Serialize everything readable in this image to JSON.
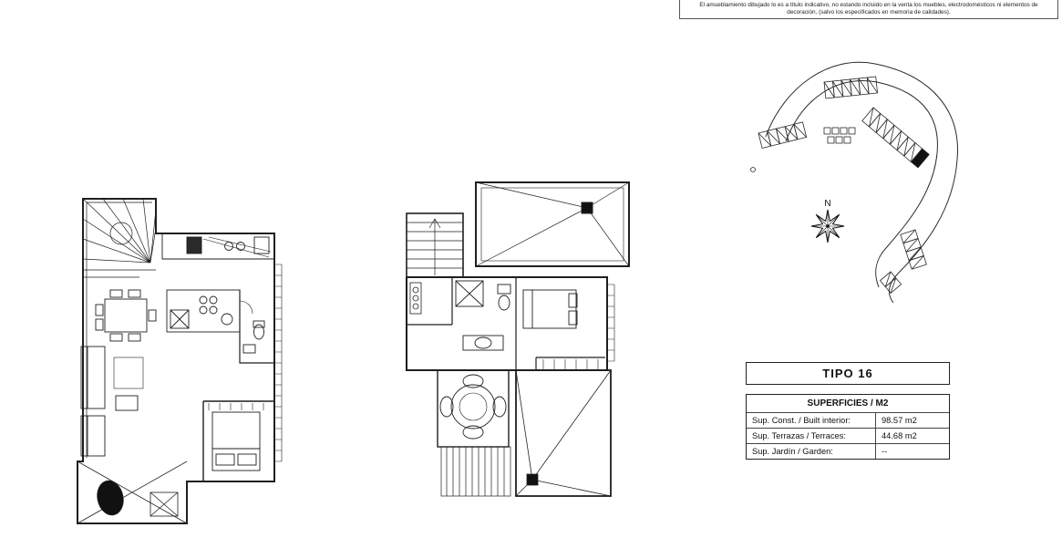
{
  "meta": {
    "background": "#ffffff",
    "ink": "#1f1f1f"
  },
  "disclaimer": {
    "text": "El amueblamiento dibujado lo es a título indicativo, no estando incluido en la venta los muebles, electrodomésticos ni elementos de decoración, (salvo los especificados en memoria de calidades)."
  },
  "site_plan": {
    "compass_label": "N"
  },
  "title_block": {
    "title": "TIPO 16"
  },
  "surfaces_table": {
    "header": "SUPERFICIES / M2",
    "rows": [
      {
        "label": "Sup. Const. / Built interior:",
        "value": "98.57 m2"
      },
      {
        "label": "Sup. Terrazas / Terraces:",
        "value": "44.68 m2"
      },
      {
        "label": "Sup. Jardín / Garden:",
        "value": "--"
      }
    ]
  }
}
